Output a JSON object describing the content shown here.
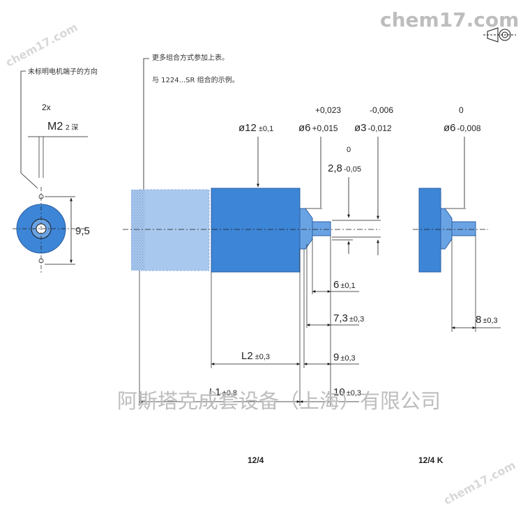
{
  "watermarks": {
    "top_right": "chem17.com",
    "top_left": "chem17.com",
    "bottom_right": "chem17.com",
    "company": "阿斯塔克成套设备（上海）有限公司"
  },
  "notes": {
    "terminal_direction": "未标明电机端子的方向",
    "combo_line1": "更多组合方式参加上表。",
    "combo_line2": "与 1224...SR 组合的示例。"
  },
  "front_view": {
    "holes_count": "2x",
    "thread": "M2",
    "thread_depth": "2 深",
    "height": "9,5"
  },
  "dimensions": {
    "body_dia_nom": "ø12",
    "body_dia_tol": "±0,1",
    "boss_dia_nom": "ø6",
    "boss_tol_upper": "+0,023",
    "boss_tol_lower": "+0,015",
    "shaft_dia_nom": "ø3",
    "shaft_tol_upper": "-0,006",
    "shaft_tol_lower": "-0,012",
    "flat_nom": "2,8",
    "flat_tol_upper": "0",
    "flat_tol_lower": "-0,05",
    "k_boss_dia_nom": "ø6",
    "k_boss_tol_upper": "0",
    "k_boss_tol_lower": "-0,008",
    "len_6_nom": "6",
    "len_6_tol": "±0,1",
    "len_73_nom": "7,3",
    "len_73_tol": "±0,3",
    "len_9_nom": "9",
    "len_9_tol": "±0,3",
    "len_10_nom": "10",
    "len_10_tol": "±0,3",
    "l2_nom": "L2",
    "l2_tol": "±0,3",
    "l1_nom": "L1",
    "l1_tol": "±0,8",
    "k_len_nom": "8",
    "k_len_tol": "±0,3"
  },
  "labels": {
    "model_main": "12/4",
    "model_k": "12/4 K"
  },
  "colors": {
    "motor_blue": "#3d85d6",
    "ghost_blue": "#a9c8ee",
    "line": "#1a1a1a",
    "watermark": "#bdbdbd"
  }
}
